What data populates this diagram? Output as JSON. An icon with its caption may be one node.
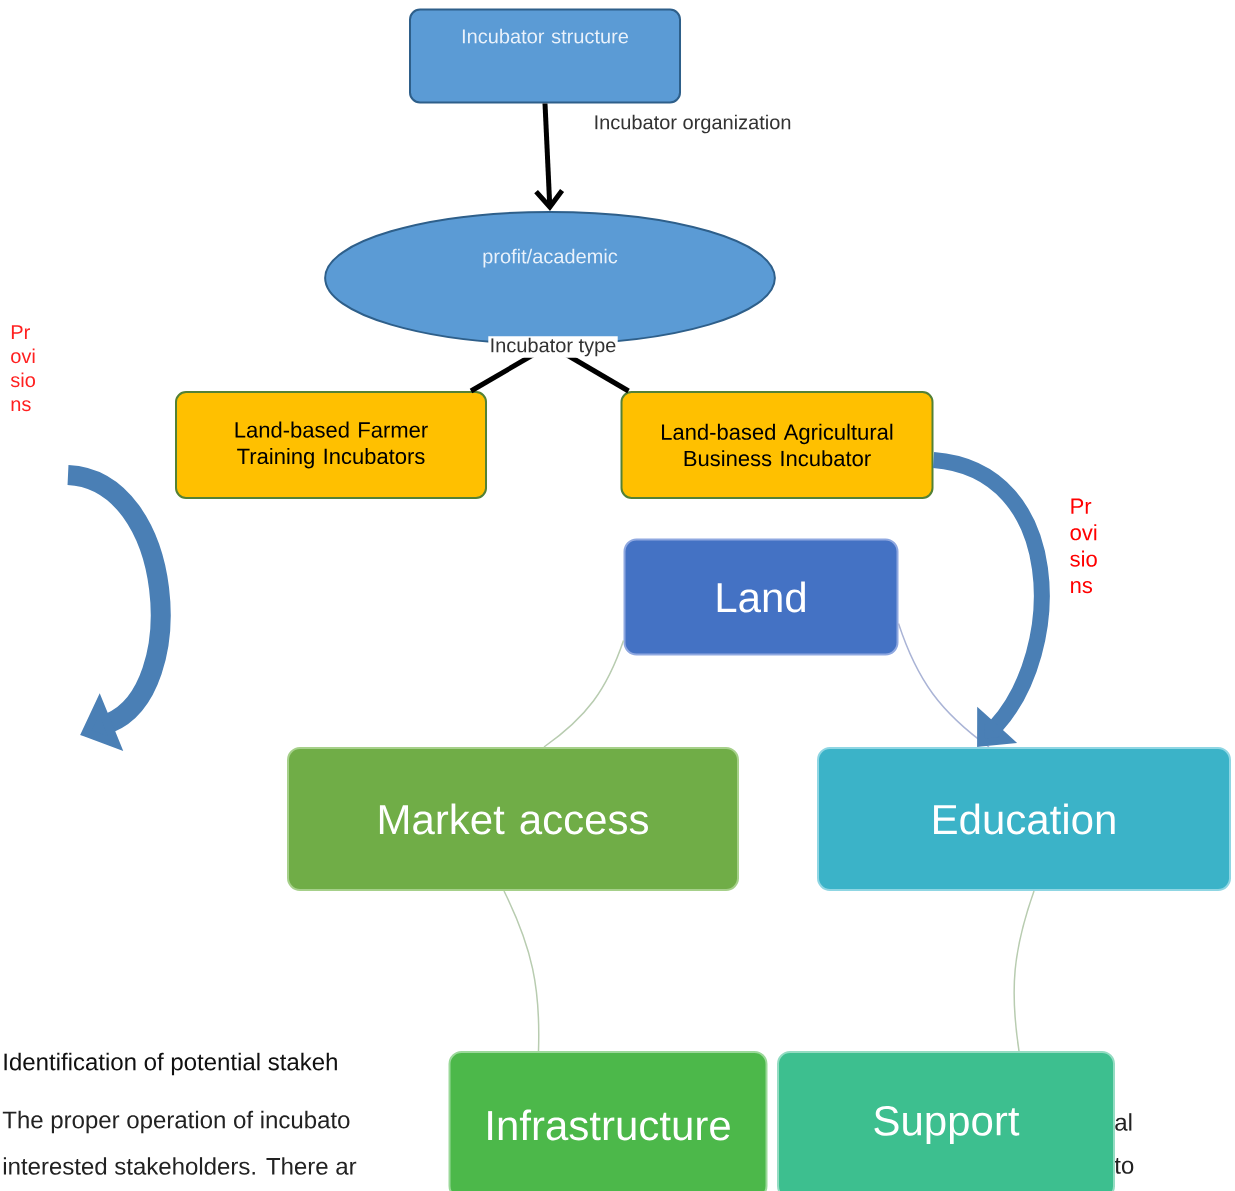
{
  "diagram": {
    "nodes": [
      {
        "text": [
          "Incubator structure"
        ]
      },
      {
        "text": [
          "profit/academic"
        ]
      },
      {
        "text": [
          "Land-based Farmer Training Incubators"
        ]
      },
      {
        "text": [
          "Land-based Agricultural Business Incubator"
        ]
      },
      {
        "text": [
          "Land"
        ]
      },
      {
        "text": [
          "Market access"
        ]
      },
      {
        "text": [
          "Education"
        ]
      },
      {
        "text": [
          "Infrastructure"
        ]
      },
      {
        "text": [
          "Support"
        ]
      }
    ],
    "edges": [
      {
        "from": 0,
        "to": 1,
        "arrow": "to",
        "label": "Incubator organization",
        "style": "thick"
      },
      {
        "from": 1,
        "to": 2,
        "arrow": "none",
        "label": "Incubator type",
        "style": "thick"
      },
      {
        "from": 1,
        "to": 3,
        "arrow": "none",
        "style": "thick"
      },
      {
        "from": 4,
        "to": 5,
        "arrow": "none",
        "color": "#b8ccb0"
      },
      {
        "from": 5,
        "to": 7,
        "arrow": "none",
        "color": "#b8ccb0"
      },
      {
        "from": 6,
        "to": 8,
        "arrow": "none",
        "color": "#b8ccb0"
      },
      {
        "from": 4,
        "to": 6,
        "arrow": "none",
        "color": "#aab4d6"
      },
      {
        "from": 3,
        "to": 6,
        "arrow": "to",
        "label": "Pr ovi sio ns",
        "style": "thick",
        "color": "#4a7fb5"
      }
    ],
    "labels": [
      "Pr ovi sio ns",
      "Identification of potential stakeh",
      "The proper operation of incubato",
      "al",
      "interested stakeholders. There ar",
      "to"
    ]
  }
}
